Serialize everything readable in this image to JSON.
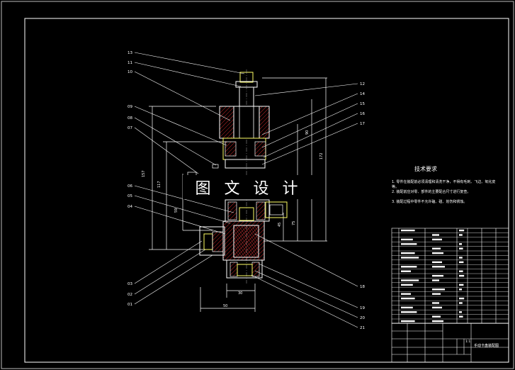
{
  "watermark": "图 文 设 计",
  "tech_requirements": {
    "title": "技术要求",
    "items": [
      "1. 零件在装配前必须清理和清洗干净，不得有毛刺、飞边、氧化皮等。",
      "2. 装配前应对零、部件的主要配合尺寸进行复查。",
      "3. 装配过程中零件不允许磕、碰、划伤和锈蚀。"
    ]
  },
  "title_block": {
    "drawing_name": "手动卡盘装配图",
    "scale_label": "1:1"
  },
  "part_labels_left": [
    "13",
    "11",
    "10",
    "09",
    "08",
    "07",
    "06",
    "05",
    "04",
    "03",
    "02",
    "01"
  ],
  "part_labels_right": [
    "12",
    "14",
    "15",
    "16",
    "17",
    "18",
    "19",
    "20",
    "21"
  ],
  "colors": {
    "background": "#000000",
    "frame": "#ffffff",
    "hatch": "#ff3333",
    "leader": "#ffffff",
    "part_yellow": "#ffff66",
    "dim": "#ffffff"
  }
}
